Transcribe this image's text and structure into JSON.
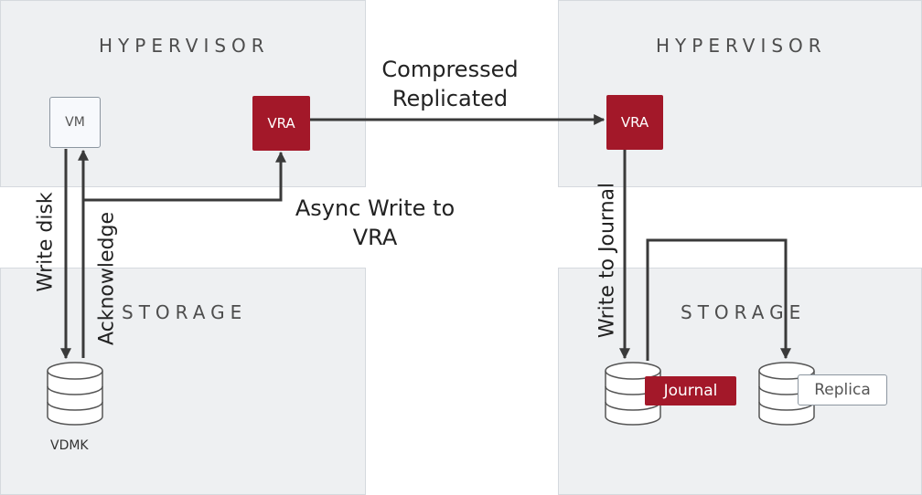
{
  "left": {
    "hypervisor": {
      "title": "HYPERVISOR",
      "vm_label": "VM",
      "vra_label": "VRA"
    },
    "storage": {
      "title": "STORAGE",
      "disk_label": "VDMK"
    },
    "write_disk_label": "Write disk",
    "acknowledge_label": "Acknowledge",
    "async_label": "Async Write to\nVRA"
  },
  "transfer_label": "Compressed\nReplicated",
  "right": {
    "hypervisor": {
      "title": "HYPERVISOR",
      "vra_label": "VRA"
    },
    "storage": {
      "title": "STORAGE",
      "journal_label": "Journal",
      "replica_label": "Replica"
    },
    "write_journal_label": "Write to Journal"
  },
  "colors": {
    "accent": "#a31829",
    "zone": "#eef0f2",
    "line": "#3a3a3a"
  }
}
